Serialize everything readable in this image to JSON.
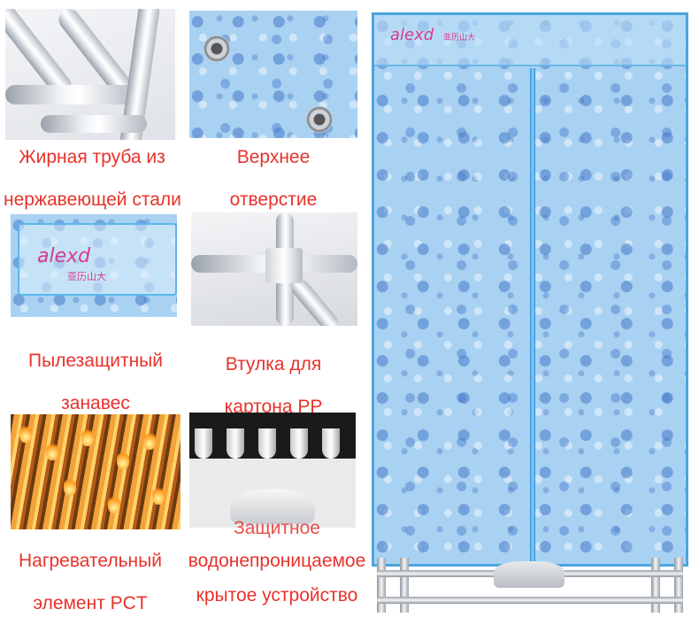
{
  "panels": [
    {
      "caption": [
        "Жирная труба из",
        "нержавеющей стали"
      ]
    },
    {
      "caption": [
        "Верхнее",
        "отверстие"
      ]
    },
    {
      "caption": [
        "Пылезащитный",
        "занавес"
      ]
    },
    {
      "caption": [
        "Втулка для",
        "картона PP"
      ]
    },
    {
      "caption": [
        "Нагревательный",
        "элемент PCT"
      ]
    },
    {
      "caption": [
        "Защитное",
        "водонепроницаемое",
        "крытое устройство"
      ]
    }
  ],
  "brand": {
    "logo": "alexd",
    "logo_cn": "亚历山大"
  },
  "icons": [
    "stainless-pipe-icon",
    "grommet-hole-icon",
    "dust-curtain-icon",
    "pp-bushing-icon",
    "ptc-heater-icon",
    "protective-device-icon"
  ],
  "colors": {
    "caption": "#e8322b",
    "brand": "#d63c8a",
    "fabric": "#a9d2f2",
    "frame": "#4aa5df"
  }
}
